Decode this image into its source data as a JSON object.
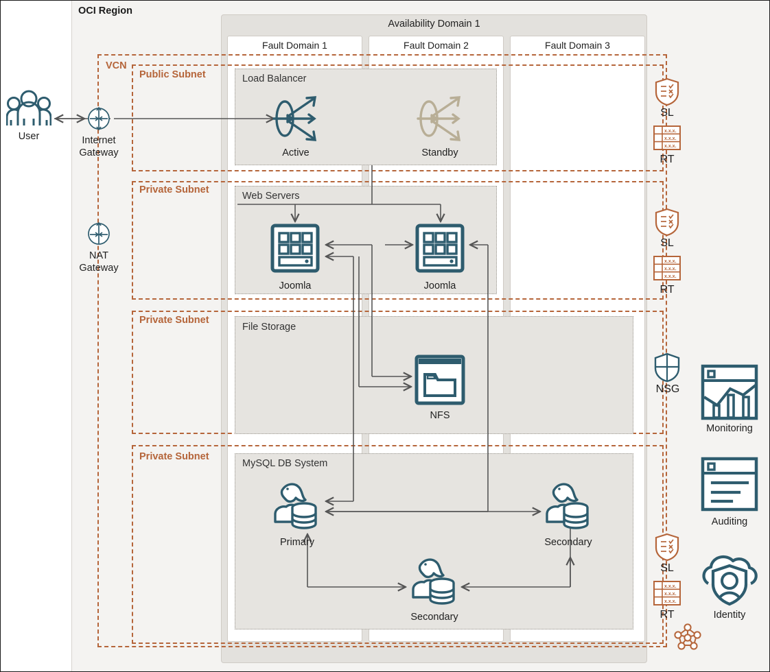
{
  "region": {
    "title": "OCI Region"
  },
  "availability_domain": {
    "title": "Availability Domain 1"
  },
  "fault_domains": [
    {
      "title": "Fault Domain 1"
    },
    {
      "title": "Fault Domain 2"
    },
    {
      "title": "Fault Domain 3"
    }
  ],
  "vcn": {
    "label": "VCN"
  },
  "subnets": [
    {
      "label": "Public Subnet"
    },
    {
      "label": "Private Subnet"
    },
    {
      "label": "Private Subnet"
    },
    {
      "label": "Private Subnet"
    }
  ],
  "service_boxes": {
    "load_balancer": "Load Balancer",
    "web_servers": "Web Servers",
    "file_storage": "File Storage",
    "mysql": "MySQL DB System"
  },
  "nodes": {
    "user": "User",
    "internet_gateway": "Internet\nGateway",
    "internet_gateway_line1": "Internet",
    "internet_gateway_line2": "Gateway",
    "nat_gateway_line1": "NAT",
    "nat_gateway_line2": "Gateway",
    "lb_active": "Active",
    "lb_standby": "Standby",
    "web1": "Joomla",
    "web2": "Joomla",
    "nfs": "NFS",
    "db_primary": "Primary",
    "db_secondary_right": "Secondary",
    "db_secondary_bottom": "Secondary"
  },
  "security_items": [
    {
      "label": "SL",
      "icon": "security-list-icon"
    },
    {
      "label": "RT",
      "icon": "route-table-icon"
    },
    {
      "label": "SL",
      "icon": "security-list-icon"
    },
    {
      "label": "RT",
      "icon": "route-table-icon"
    },
    {
      "label": "NSG",
      "icon": "network-security-group-icon"
    },
    {
      "label": "SL",
      "icon": "security-list-icon"
    },
    {
      "label": "RT",
      "icon": "route-table-icon"
    }
  ],
  "route_table_entries": [
    "x.x.x.",
    "x.x.x.",
    "x.x.x."
  ],
  "governance": [
    {
      "label": "Monitoring",
      "icon": "monitoring-icon"
    },
    {
      "label": "Auditing",
      "icon": "auditing-icon"
    },
    {
      "label": "Identity",
      "icon": "identity-icon"
    }
  ],
  "colors": {
    "teal": "#2e5c6e",
    "orange": "#b5653a",
    "standby_tan": "#b8ae96",
    "region_bg": "#f4f3f1",
    "ad_bg": "#e3e1dd",
    "svc_bg": "#e6e4e0",
    "wire": "#555555"
  }
}
